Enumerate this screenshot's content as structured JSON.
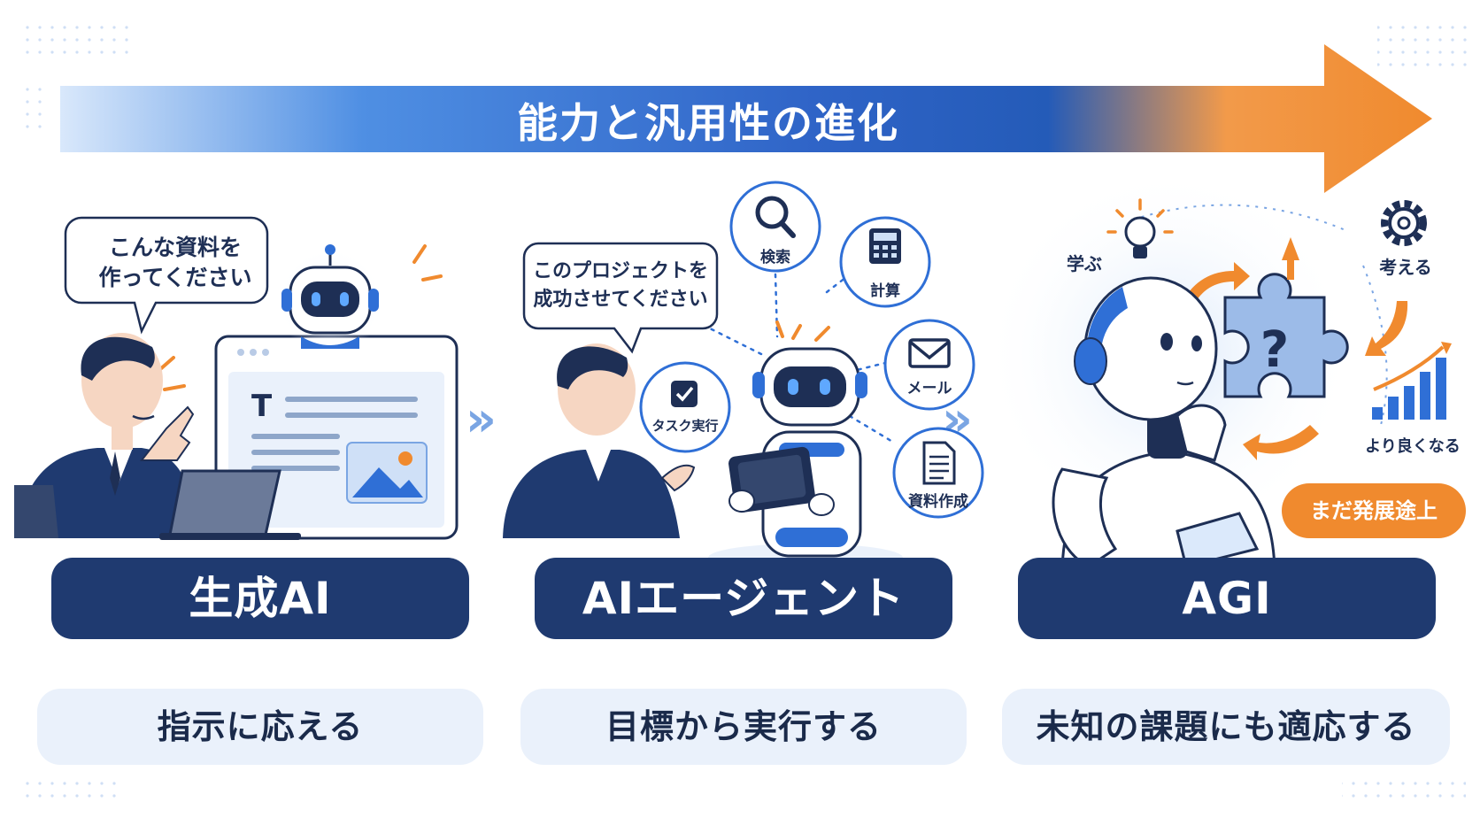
{
  "title": "能力と汎用性の進化",
  "stages": [
    {
      "label": "生成AI",
      "description": "指示に応える",
      "speech": [
        "こんな資料を",
        "作ってください"
      ],
      "icons": [
        "text-icon",
        "image-icon"
      ]
    },
    {
      "label": "AIエージェント",
      "description": "目標から実行する",
      "speech": [
        "このプロジェクトを",
        "成功させてください"
      ],
      "tools": [
        {
          "icon": "search-icon",
          "label": "検索"
        },
        {
          "icon": "calculator-icon",
          "label": "計算"
        },
        {
          "icon": "mail-icon",
          "label": "メール"
        },
        {
          "icon": "document-icon",
          "label": "資料作成"
        },
        {
          "icon": "checkbox-icon",
          "label": "タスク実行"
        }
      ]
    },
    {
      "label": "AGI",
      "description": "未知の課題にも適応する",
      "cycle": [
        {
          "icon": "lightbulb-icon",
          "label": "学ぶ"
        },
        {
          "icon": "gear-icon",
          "label": "考える"
        },
        {
          "icon": "bar-chart-icon",
          "label": "より良くなる"
        }
      ],
      "badge": "まだ発展途上"
    }
  ],
  "colors": {
    "navy": "#1f3a70",
    "blue": "#2f6fd6",
    "orange": "#f08a2e",
    "light_blue": "#eaf1fb"
  }
}
